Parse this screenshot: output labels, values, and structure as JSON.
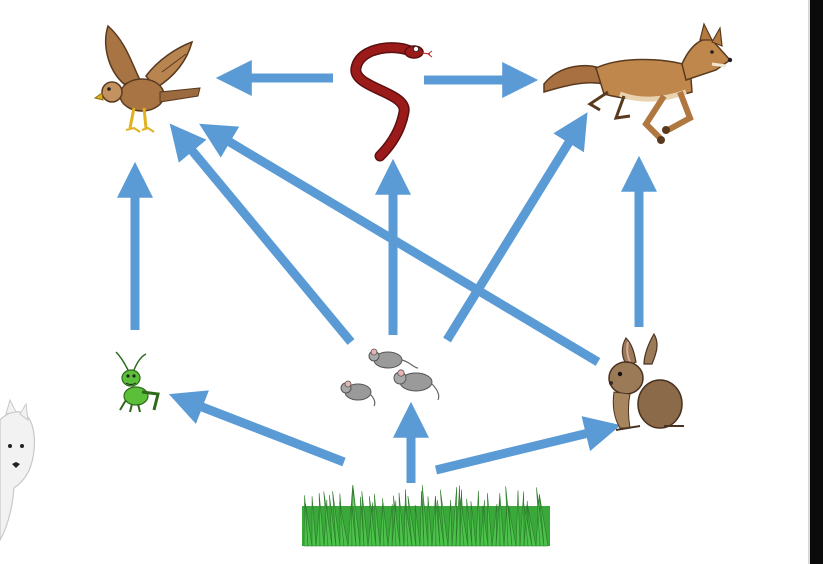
{
  "diagram": {
    "type": "food-web",
    "organisms": [
      {
        "id": "eagle",
        "icon": "eagle-icon"
      },
      {
        "id": "snake",
        "icon": "snake-icon"
      },
      {
        "id": "coyote",
        "icon": "coyote-icon"
      },
      {
        "id": "grasshopper",
        "icon": "grasshopper-icon"
      },
      {
        "id": "mice",
        "icon": "mice-icon"
      },
      {
        "id": "rabbit",
        "icon": "rabbit-icon"
      },
      {
        "id": "grass",
        "icon": "grass-icon"
      },
      {
        "id": "arctic-fox",
        "icon": "arctic-fox-icon"
      }
    ],
    "arrows": [
      {
        "from": "snake",
        "to": "eagle"
      },
      {
        "from": "snake",
        "to": "coyote"
      },
      {
        "from": "grasshopper",
        "to": "eagle"
      },
      {
        "from": "mice",
        "to": "eagle"
      },
      {
        "from": "rabbit",
        "to": "eagle"
      },
      {
        "from": "mice",
        "to": "snake"
      },
      {
        "from": "mice",
        "to": "coyote"
      },
      {
        "from": "rabbit",
        "to": "coyote"
      },
      {
        "from": "grass",
        "to": "grasshopper"
      },
      {
        "from": "grass",
        "to": "mice"
      },
      {
        "from": "grass",
        "to": "rabbit"
      }
    ],
    "colors": {
      "arrow": "#5b9bd5",
      "background": "#ffffff",
      "grass": "#3aa83a",
      "snake": "#9b1b1b",
      "eagle": "#a87444",
      "coyote": "#c0874c",
      "rabbit": "#8b6a4a",
      "mouse": "#9a9a9a",
      "grasshopper": "#5cbf3a"
    }
  }
}
